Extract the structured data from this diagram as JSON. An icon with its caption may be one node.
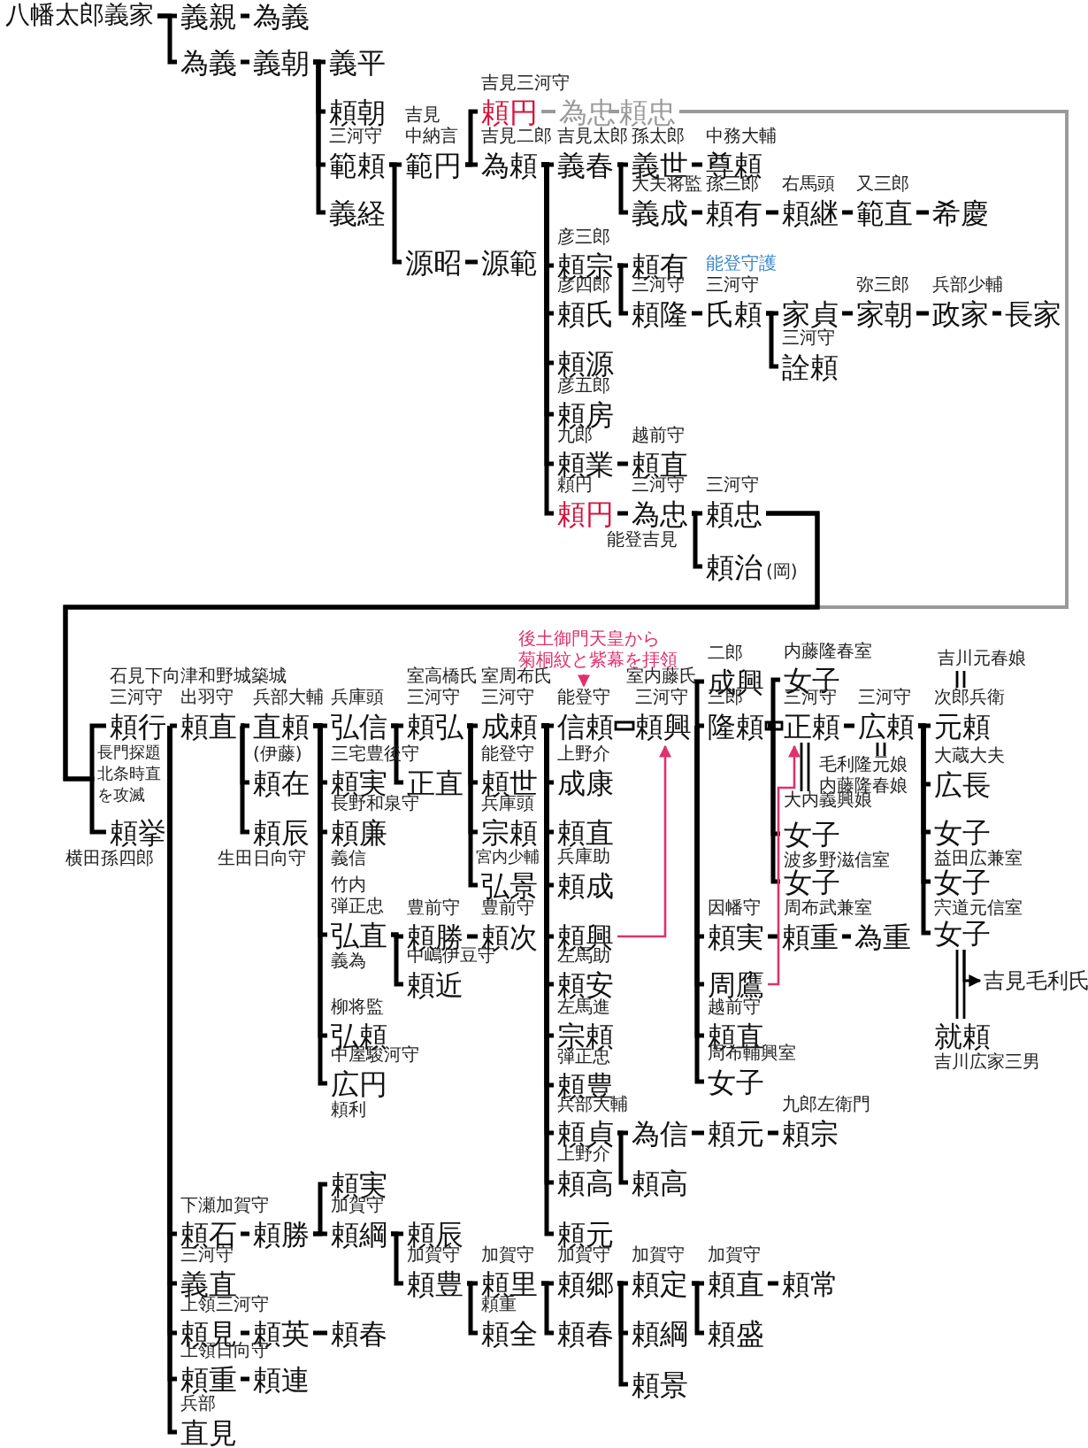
{
  "diagram": {
    "nodes": [
      {
        "text": [
          "八幡太郎義家"
        ]
      },
      {
        "text": [
          "義親"
        ]
      },
      {
        "text": [
          "為義"
        ]
      },
      {
        "text": [
          "為義"
        ]
      },
      {
        "text": [
          "義朝"
        ]
      },
      {
        "text": [
          "義平"
        ]
      },
      {
        "text": [
          "頼朝"
        ]
      },
      {
        "text": [
          "範頼"
        ],
        "beside": [
          "三河守"
        ]
      },
      {
        "text": [
          "義経"
        ]
      },
      {
        "text": [
          "範円"
        ],
        "beside": [
          "吉見",
          "中納言"
        ]
      },
      {
        "text": [
          "源昭"
        ]
      },
      {
        "text": [
          "源範"
        ]
      },
      {
        "text": [
          "頼円"
        ],
        "beside": [
          "吉見三河守"
        ]
      },
      {
        "text": [
          "為忠"
        ]
      },
      {
        "text": [
          "頼忠"
        ]
      },
      {
        "text": [
          "為頼"
        ],
        "beside": [
          "吉見二郎"
        ]
      },
      {
        "text": [
          "義春"
        ],
        "beside": [
          "吉見太郎"
        ]
      },
      {
        "text": [
          "義世"
        ],
        "beside": [
          "孫太郎"
        ]
      },
      {
        "text": [
          "尊頼"
        ],
        "beside": [
          "中務大輔"
        ]
      },
      {
        "text": [
          "義成"
        ],
        "beside": [
          "大夫将監"
        ]
      },
      {
        "text": [
          "頼有"
        ],
        "beside": [
          "孫三郎"
        ]
      },
      {
        "text": [
          "頼継"
        ],
        "beside": [
          "右馬頭"
        ]
      },
      {
        "text": [
          "範直"
        ],
        "beside": [
          "又三郎"
        ]
      },
      {
        "text": [
          "希慶"
        ]
      },
      {
        "text": [
          "頼宗"
        ],
        "beside": [
          "彦三郎"
        ]
      },
      {
        "text": [
          "頼有"
        ]
      },
      {
        "text": [
          "頼氏"
        ],
        "beside": [
          "彦四郎"
        ]
      },
      {
        "text": [
          "頼隆"
        ],
        "beside": [
          "三河守"
        ]
      },
      {
        "text": [
          "氏頼"
        ],
        "beside": [
          "能登守護",
          "三河守"
        ]
      },
      {
        "text": [
          "家貞"
        ]
      },
      {
        "text": [
          "詮頼"
        ],
        "beside": [
          "三河守"
        ]
      },
      {
        "text": [
          "家朝"
        ],
        "beside": [
          "弥三郎"
        ]
      },
      {
        "text": [
          "政家"
        ],
        "beside": [
          "兵部少輔"
        ]
      },
      {
        "text": [
          "長家"
        ]
      },
      {
        "text": [
          "頼源"
        ]
      },
      {
        "text": [
          "頼房"
        ],
        "beside": [
          "彦五郎"
        ]
      },
      {
        "text": [
          "頼業"
        ],
        "beside": [
          "九郎"
        ]
      },
      {
        "text": [
          "頼直"
        ],
        "beside": [
          "越前守"
        ]
      },
      {
        "text": [
          "頼円"
        ],
        "beside": [
          "頼円"
        ]
      },
      {
        "text": [
          "為忠"
        ],
        "beside": [
          "三河守",
          "能登吉見"
        ]
      },
      {
        "text": [
          "頼忠"
        ],
        "beside": [
          "三河守"
        ]
      },
      {
        "text": [
          "頼治"
        ],
        "beside": [
          "(岡)"
        ]
      },
      {
        "text": [
          "頼行"
        ],
        "beside": [
          "石見下向",
          "三河守",
          "長門探題北条時直を攻滅"
        ]
      },
      {
        "text": [
          "頼挙"
        ],
        "beside": [
          "横田孫四郎"
        ]
      },
      {
        "text": [
          "頼直"
        ],
        "beside": [
          "津和野城築城",
          "出羽守"
        ]
      },
      {
        "text": [
          "直頼"
        ],
        "beside": [
          "兵部大輔"
        ]
      },
      {
        "text": [
          "頼在"
        ],
        "beside": [
          "(伊藤)"
        ]
      },
      {
        "text": [
          "頼辰"
        ],
        "beside": [
          "生田日向守"
        ]
      },
      {
        "text": [
          "弘信"
        ],
        "beside": [
          "兵庫頭"
        ]
      },
      {
        "text": [
          "頼実"
        ],
        "beside": [
          "三宅豊後守"
        ]
      },
      {
        "text": [
          "頼廉"
        ],
        "beside": [
          "長野和泉守",
          "義信"
        ]
      },
      {
        "text": [
          "弘直"
        ],
        "beside": [
          "竹内",
          "弾正忠",
          "義為"
        ]
      },
      {
        "text": [
          "弘頼"
        ],
        "beside": [
          "柳将監"
        ]
      },
      {
        "text": [
          "広円"
        ],
        "beside": [
          "中屋駿河守",
          "頼利"
        ]
      },
      {
        "text": [
          "頼弘"
        ],
        "beside": [
          "室高橋氏",
          "三河守"
        ]
      },
      {
        "text": [
          "正直"
        ]
      },
      {
        "text": [
          "成頼"
        ],
        "beside": [
          "室周布氏",
          "三河守"
        ]
      },
      {
        "text": [
          "頼世"
        ],
        "beside": [
          "能登守"
        ]
      },
      {
        "text": [
          "宗頼"
        ],
        "beside": [
          "兵庫頭"
        ]
      },
      {
        "text": [
          "弘景"
        ],
        "beside": [
          "宮内少輔"
        ]
      },
      {
        "text": [
          "頼勝"
        ],
        "beside": [
          "豊前守"
        ]
      },
      {
        "text": [
          "頼近"
        ],
        "beside": [
          "中嶋伊豆守"
        ]
      },
      {
        "text": [
          "頼次"
        ],
        "beside": [
          "豊前守"
        ]
      },
      {
        "text": [
          "信頼"
        ],
        "beside": [
          "能登守"
        ]
      },
      {
        "text": [
          "頼興"
        ],
        "beside": [
          "室内藤氏",
          "三河守"
        ]
      },
      {
        "text": [
          "成康"
        ],
        "beside": [
          "上野介"
        ]
      },
      {
        "text": [
          "頼直"
        ]
      },
      {
        "text": [
          "頼成"
        ],
        "beside": [
          "兵庫助"
        ]
      },
      {
        "text": [
          "頼興"
        ]
      },
      {
        "text": [
          "頼安"
        ],
        "beside": [
          "左馬助"
        ]
      },
      {
        "text": [
          "宗頼"
        ],
        "beside": [
          "左馬進"
        ]
      },
      {
        "text": [
          "頼豊"
        ],
        "beside": [
          "弾正忠"
        ]
      },
      {
        "text": [
          "頼貞"
        ],
        "beside": [
          "兵部大輔"
        ]
      },
      {
        "text": [
          "頼高"
        ],
        "beside": [
          "上野介"
        ]
      },
      {
        "text": [
          "頼元"
        ]
      },
      {
        "text": [
          "為信"
        ]
      },
      {
        "text": [
          "頼高"
        ]
      },
      {
        "text": [
          "頼元"
        ]
      },
      {
        "text": [
          "頼宗"
        ],
        "beside": [
          "九郎左衛門"
        ]
      },
      {
        "text": [
          "後土御門天皇から菊桐紋と紫幕を拝領"
        ]
      },
      {
        "text": [
          "成興"
        ],
        "beside": [
          "二郎"
        ]
      },
      {
        "text": [
          "隆頼"
        ],
        "beside": [
          "三郎"
        ]
      },
      {
        "text": [
          "頼実"
        ],
        "beside": [
          "因幡守"
        ]
      },
      {
        "text": [
          "周鷹"
        ]
      },
      {
        "text": [
          "頼直"
        ],
        "beside": [
          "越前守"
        ]
      },
      {
        "text": [
          "女子"
        ],
        "beside": [
          "周布輔興室"
        ]
      },
      {
        "text": [
          "頼重"
        ]
      },
      {
        "text": [
          "為重"
        ]
      },
      {
        "text": [
          "女子"
        ],
        "beside": [
          "内藤隆春室"
        ]
      },
      {
        "text": [
          "正頼"
        ],
        "beside": [
          "三河守"
        ]
      },
      {
        "text": [
          "大内義興娘"
        ]
      },
      {
        "text": [
          "女子"
        ],
        "beside": [
          "波多野滋信室"
        ]
      },
      {
        "text": [
          "女子"
        ],
        "beside": [
          "周布武兼室"
        ]
      },
      {
        "text": [
          "広頼"
        ],
        "beside": [
          "三河守"
        ]
      },
      {
        "text": [
          "毛利隆元娘",
          "内藤隆春娘"
        ]
      },
      {
        "text": [
          "吉川元春娘"
        ]
      },
      {
        "text": [
          "元頼"
        ],
        "beside": [
          "次郎兵衛"
        ]
      },
      {
        "text": [
          "広長"
        ],
        "beside": [
          "大蔵大夫"
        ]
      },
      {
        "text": [
          "女子"
        ],
        "beside": [
          "益田広兼室"
        ]
      },
      {
        "text": [
          "女子"
        ],
        "beside": [
          "宍道元信室"
        ]
      },
      {
        "text": [
          "女子"
        ]
      },
      {
        "text": [
          "就頼"
        ],
        "beside": [
          "吉川広家三男"
        ]
      },
      {
        "text": [
          "吉見毛利氏"
        ]
      },
      {
        "text": [
          "頼石"
        ],
        "beside": [
          "下瀬加賀守"
        ]
      },
      {
        "text": [
          "頼勝"
        ]
      },
      {
        "text": [
          "頼実"
        ]
      },
      {
        "text": [
          "頼綱"
        ],
        "beside": [
          "加賀守"
        ]
      },
      {
        "text": [
          "頼辰"
        ]
      },
      {
        "text": [
          "頼豊"
        ],
        "beside": [
          "加賀守"
        ]
      },
      {
        "text": [
          "義直"
        ],
        "beside": [
          "三河守"
        ]
      },
      {
        "text": [
          "頼見"
        ],
        "beside": [
          "上領三河守"
        ]
      },
      {
        "text": [
          "頼英"
        ]
      },
      {
        "text": [
          "頼春"
        ]
      },
      {
        "text": [
          "頼重"
        ],
        "beside": [
          "上領日向守"
        ]
      },
      {
        "text": [
          "頼連"
        ]
      },
      {
        "text": [
          "直見"
        ],
        "beside": [
          "兵部"
        ]
      },
      {
        "text": [
          "頼里"
        ],
        "beside": [
          "加賀守"
        ]
      },
      {
        "text": [
          "頼全"
        ],
        "beside": [
          "頼重"
        ]
      },
      {
        "text": [
          "頼郷"
        ],
        "beside": [
          "加賀守"
        ]
      },
      {
        "text": [
          "頼春"
        ]
      },
      {
        "text": [
          "頼定"
        ],
        "beside": [
          "加賀守"
        ]
      },
      {
        "text": [
          "頼綱"
        ]
      },
      {
        "text": [
          "頼景"
        ]
      },
      {
        "text": [
          "頼直"
        ],
        "beside": [
          "加賀守"
        ]
      },
      {
        "text": [
          "頼盛"
        ]
      },
      {
        "text": [
          "頼常"
        ]
      }
    ],
    "edges": [
      {
        "from": 0,
        "to": 1,
        "arrow": "none"
      },
      {
        "from": 0,
        "to": 3,
        "arrow": "none"
      },
      {
        "from": 1,
        "to": 2,
        "arrow": "none"
      },
      {
        "from": 3,
        "to": 4,
        "arrow": "none"
      },
      {
        "from": 4,
        "to": 5,
        "arrow": "none"
      },
      {
        "from": 4,
        "to": 6,
        "arrow": "none"
      },
      {
        "from": 4,
        "to": 7,
        "arrow": "none"
      },
      {
        "from": 4,
        "to": 8,
        "arrow": "none"
      },
      {
        "from": 7,
        "to": 9,
        "arrow": "none"
      },
      {
        "from": 7,
        "to": 10,
        "arrow": "none"
      },
      {
        "from": 10,
        "to": 11,
        "arrow": "none"
      },
      {
        "from": 9,
        "to": 12,
        "arrow": "none"
      },
      {
        "from": 9,
        "to": 15,
        "arrow": "none"
      },
      {
        "from": 12,
        "to": 13,
        "arrow": "none",
        "color": "#9a9a9a"
      },
      {
        "from": 13,
        "to": 14,
        "arrow": "none",
        "color": "#9a9a9a"
      },
      {
        "from": 14,
        "to": 42,
        "arrow": "none",
        "color": "#9a9a9a"
      },
      {
        "from": 15,
        "to": 16,
        "arrow": "none"
      },
      {
        "from": 15,
        "to": 24,
        "arrow": "none"
      },
      {
        "from": 15,
        "to": 26,
        "arrow": "none"
      },
      {
        "from": 15,
        "to": 34,
        "arrow": "none"
      },
      {
        "from": 15,
        "to": 35,
        "arrow": "none"
      },
      {
        "from": 15,
        "to": 36,
        "arrow": "none"
      },
      {
        "from": 15,
        "to": 38,
        "arrow": "none"
      },
      {
        "from": 16,
        "to": 17,
        "arrow": "none"
      },
      {
        "from": 16,
        "to": 19,
        "arrow": "none"
      },
      {
        "from": 17,
        "to": 18,
        "arrow": "none"
      },
      {
        "from": 19,
        "to": 20,
        "arrow": "none"
      },
      {
        "from": 20,
        "to": 21,
        "arrow": "none"
      },
      {
        "from": 21,
        "to": 22,
        "arrow": "none"
      },
      {
        "from": 22,
        "to": 23,
        "arrow": "none"
      },
      {
        "from": 24,
        "to": 25,
        "arrow": "none"
      },
      {
        "from": 24,
        "to": 27,
        "arrow": "none"
      },
      {
        "from": 27,
        "to": 28,
        "arrow": "none"
      },
      {
        "from": 28,
        "to": 29,
        "arrow": "none"
      },
      {
        "from": 28,
        "to": 30,
        "arrow": "none"
      },
      {
        "from": 29,
        "to": 31,
        "arrow": "none"
      },
      {
        "from": 31,
        "to": 32,
        "arrow": "none"
      },
      {
        "from": 32,
        "to": 33,
        "arrow": "none"
      },
      {
        "from": 36,
        "to": 37,
        "arrow": "none"
      },
      {
        "from": 38,
        "to": 39,
        "arrow": "none"
      },
      {
        "from": 39,
        "to": 40,
        "arrow": "none"
      },
      {
        "from": 39,
        "to": 41,
        "arrow": "none"
      },
      {
        "from": 40,
        "to": 42,
        "arrow": "none"
      },
      {
        "from": 40,
        "to": 43,
        "arrow": "none"
      },
      {
        "from": 42,
        "to": 44,
        "arrow": "none"
      },
      {
        "from": 42,
        "to": 103,
        "arrow": "none"
      },
      {
        "from": 42,
        "to": 109,
        "arrow": "none"
      },
      {
        "from": 42,
        "to": 110,
        "arrow": "none"
      },
      {
        "from": 42,
        "to": 113,
        "arrow": "none"
      },
      {
        "from": 42,
        "to": 115,
        "arrow": "none"
      },
      {
        "from": 44,
        "to": 45,
        "arrow": "none"
      },
      {
        "from": 44,
        "to": 46,
        "arrow": "none"
      },
      {
        "from": 44,
        "to": 47,
        "arrow": "none"
      },
      {
        "from": 45,
        "to": 48,
        "arrow": "none"
      },
      {
        "from": 45,
        "to": 49,
        "arrow": "none"
      },
      {
        "from": 45,
        "to": 50,
        "arrow": "none"
      },
      {
        "from": 45,
        "to": 51,
        "arrow": "none"
      },
      {
        "from": 45,
        "to": 52,
        "arrow": "none"
      },
      {
        "from": 45,
        "to": 53,
        "arrow": "none"
      },
      {
        "from": 48,
        "to": 54,
        "arrow": "none"
      },
      {
        "from": 48,
        "to": 55,
        "arrow": "none"
      },
      {
        "from": 54,
        "to": 56,
        "arrow": "none"
      },
      {
        "from": 54,
        "to": 57,
        "arrow": "none"
      },
      {
        "from": 54,
        "to": 58,
        "arrow": "none"
      },
      {
        "from": 54,
        "to": 59,
        "arrow": "none"
      },
      {
        "from": 51,
        "to": 60,
        "arrow": "none"
      },
      {
        "from": 51,
        "to": 61,
        "arrow": "none"
      },
      {
        "from": 60,
        "to": 62,
        "arrow": "none"
      },
      {
        "from": 56,
        "to": 63,
        "arrow": "none"
      },
      {
        "from": 56,
        "to": 65,
        "arrow": "none"
      },
      {
        "from": 56,
        "to": 66,
        "arrow": "none"
      },
      {
        "from": 56,
        "to": 67,
        "arrow": "none"
      },
      {
        "from": 56,
        "to": 68,
        "arrow": "none"
      },
      {
        "from": 56,
        "to": 69,
        "arrow": "none"
      },
      {
        "from": 56,
        "to": 70,
        "arrow": "none"
      },
      {
        "from": 56,
        "to": 71,
        "arrow": "none"
      },
      {
        "from": 56,
        "to": 72,
        "arrow": "none"
      },
      {
        "from": 56,
        "to": 73,
        "arrow": "none"
      },
      {
        "from": 56,
        "to": 74,
        "arrow": "none"
      },
      {
        "from": 63,
        "to": 64,
        "arrow": "none"
      },
      {
        "from": 79,
        "to": 63,
        "arrow": "to",
        "color": "#e0306e"
      },
      {
        "from": 68,
        "to": 64,
        "arrow": "to",
        "color": "#e0306e"
      },
      {
        "from": 72,
        "to": 75,
        "arrow": "none"
      },
      {
        "from": 72,
        "to": 76,
        "arrow": "none"
      },
      {
        "from": 75,
        "to": 77,
        "arrow": "none"
      },
      {
        "from": 77,
        "to": 78,
        "arrow": "none"
      },
      {
        "from": 64,
        "to": 80,
        "arrow": "none"
      },
      {
        "from": 64,
        "to": 81,
        "arrow": "none"
      },
      {
        "from": 64,
        "to": 82,
        "arrow": "none"
      },
      {
        "from": 64,
        "to": 83,
        "arrow": "none"
      },
      {
        "from": 64,
        "to": 84,
        "arrow": "none"
      },
      {
        "from": 64,
        "to": 85,
        "arrow": "none"
      },
      {
        "from": 82,
        "to": 86,
        "arrow": "none"
      },
      {
        "from": 86,
        "to": 87,
        "arrow": "none"
      },
      {
        "from": 81,
        "to": 88,
        "arrow": "none"
      },
      {
        "from": 81,
        "to": 89,
        "arrow": "none"
      },
      {
        "from": 81,
        "to": 91,
        "arrow": "none"
      },
      {
        "from": 81,
        "to": 92,
        "arrow": "none"
      },
      {
        "from": 89,
        "to": 90,
        "arrow": "none"
      },
      {
        "from": 83,
        "to": 89,
        "arrow": "to",
        "color": "#e0306e"
      },
      {
        "from": 89,
        "to": 93,
        "arrow": "none"
      },
      {
        "from": 93,
        "to": 94,
        "arrow": "none"
      },
      {
        "from": 95,
        "to": 96,
        "arrow": "none"
      },
      {
        "from": 93,
        "to": 96,
        "arrow": "none"
      },
      {
        "from": 93,
        "to": 97,
        "arrow": "none"
      },
      {
        "from": 93,
        "to": 98,
        "arrow": "none"
      },
      {
        "from": 93,
        "to": 99,
        "arrow": "none"
      },
      {
        "from": 93,
        "to": 100,
        "arrow": "none"
      },
      {
        "from": 100,
        "to": 101,
        "arrow": "none"
      },
      {
        "from": 100,
        "to": 102,
        "arrow": "to"
      },
      {
        "from": 103,
        "to": 104,
        "arrow": "none"
      },
      {
        "from": 104,
        "to": 105,
        "arrow": "none"
      },
      {
        "from": 104,
        "to": 106,
        "arrow": "none"
      },
      {
        "from": 106,
        "to": 107,
        "arrow": "none"
      },
      {
        "from": 106,
        "to": 108,
        "arrow": "none"
      },
      {
        "from": 108,
        "to": 116,
        "arrow": "none"
      },
      {
        "from": 108,
        "to": 117,
        "arrow": "none"
      },
      {
        "from": 116,
        "to": 118,
        "arrow": "none"
      },
      {
        "from": 116,
        "to": 119,
        "arrow": "none"
      },
      {
        "from": 118,
        "to": 120,
        "arrow": "none"
      },
      {
        "from": 118,
        "to": 121,
        "arrow": "none"
      },
      {
        "from": 118,
        "to": 122,
        "arrow": "none"
      },
      {
        "from": 120,
        "to": 123,
        "arrow": "none"
      },
      {
        "from": 120,
        "to": 124,
        "arrow": "none"
      },
      {
        "from": 123,
        "to": 125,
        "arrow": "none"
      },
      {
        "from": 110,
        "to": 111,
        "arrow": "none"
      },
      {
        "from": 111,
        "to": 112,
        "arrow": "none"
      },
      {
        "from": 113,
        "to": 114,
        "arrow": "none"
      }
    ]
  }
}
